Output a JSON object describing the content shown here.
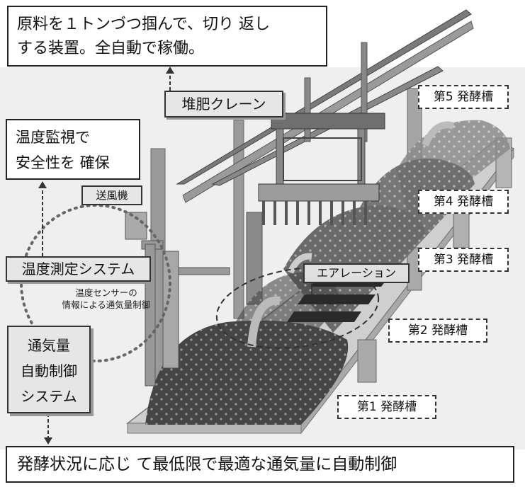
{
  "colors": {
    "compost": "#4a4a4a",
    "machine": "#8c8c8c",
    "background": "#eeeeee",
    "box_gray": "#e6e6e6"
  },
  "callouts": {
    "crane_feature_line1": "原料を１トンづつ掴んで、切り 返し",
    "crane_feature_line2": "する装置。全自動で稼働。",
    "crane": "堆肥クレーン",
    "temp_monitor_line1": "温度監視で",
    "temp_monitor_line2": "安全性を 確保",
    "blower": "送風機",
    "temp_system": "温度測定システム",
    "sensor_note_line1": "温度センサーの",
    "sensor_note_line2": "情報による通気量制御",
    "auto_control_line1": "通気量",
    "auto_control_line2": "自動制御",
    "auto_control_line3": "システム",
    "aeration": "エアレーション",
    "bottom_caption": "発酵状況に応じ て最低限で最適な通気量に自動制御"
  },
  "tanks": [
    {
      "label": "第5 発酵槽"
    },
    {
      "label": "第4 発酵槽"
    },
    {
      "label": "第3 発酵槽"
    },
    {
      "label": "第2 発酵槽"
    },
    {
      "label": "第1 発酵槽"
    }
  ]
}
